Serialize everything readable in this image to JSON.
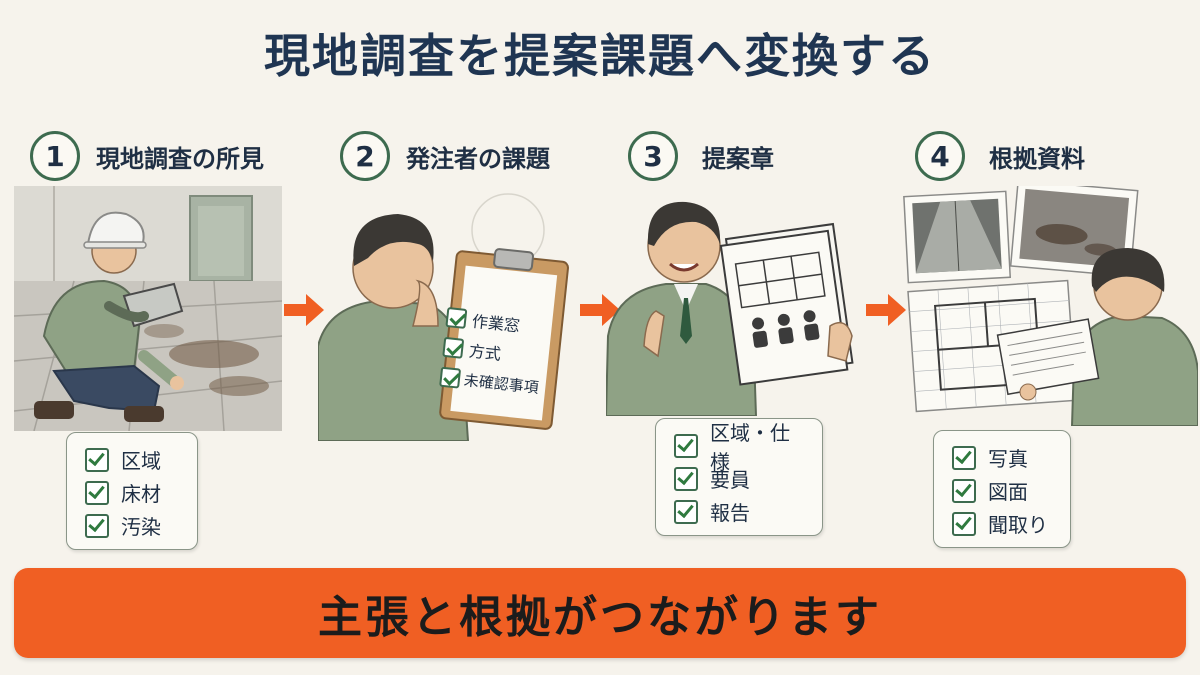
{
  "title": "現地調査を提案課題へ変換する",
  "steps": [
    {
      "number": "1",
      "title": "現地調査の所見",
      "checklist": [
        "区域",
        "床材",
        "汚染"
      ]
    },
    {
      "number": "2",
      "title": "発注者の課題",
      "clipboard": [
        "作業窓",
        "方式",
        "未確認事項"
      ]
    },
    {
      "number": "3",
      "title": "提案章",
      "checklist": [
        "区域・仕様",
        "要員",
        "報告"
      ]
    },
    {
      "number": "4",
      "title": "根拠資料",
      "checklist": [
        "写真",
        "図面",
        "聞取り"
      ]
    }
  ],
  "banner": "主張と根拠がつながります",
  "colors": {
    "accent": "#f05f23",
    "check": "#2f7a3f",
    "navy": "#1f3552",
    "jacket": "#8fa285"
  },
  "icons": [
    "arrow-right-icon",
    "checkbox-checked-icon"
  ]
}
